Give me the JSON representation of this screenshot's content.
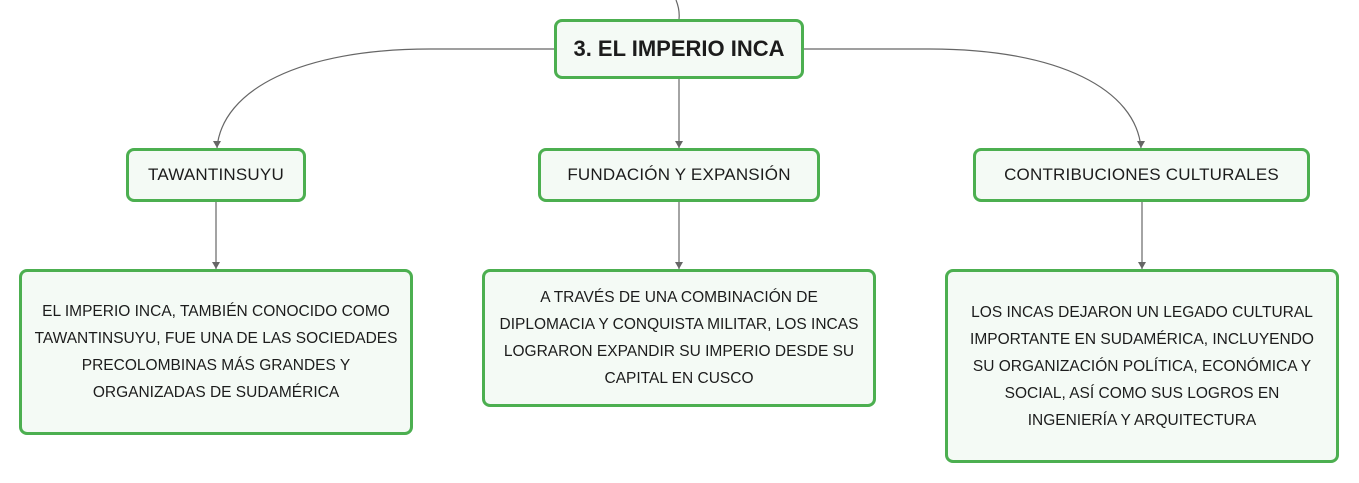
{
  "colors": {
    "node_border": "#4caf50",
    "node_fill": "#f4faf5",
    "connector": "#666666",
    "text": "#1c1c1c"
  },
  "root": {
    "title": "3. EL IMPERIO INCA"
  },
  "topics": [
    {
      "label": "TAWANTINSUYU",
      "description": "EL IMPERIO INCA, TAMBIÉN CONOCIDO COMO TAWANTINSUYU, FUE UNA DE LAS SOCIEDADES PRECOLOMBINAS MÁS GRANDES Y ORGANIZADAS DE SUDAMÉRICA"
    },
    {
      "label": "FUNDACIÓN Y EXPANSIÓN",
      "description": "A TRAVÉS DE UNA COMBINACIÓN DE DIPLOMACIA Y CONQUISTA MILITAR, LOS INCAS LOGRARON EXPANDIR SU IMPERIO DESDE SU CAPITAL EN CUSCO"
    },
    {
      "label": "CONTRIBUCIONES CULTURALES",
      "description": "LOS INCAS DEJARON UN LEGADO CULTURAL IMPORTANTE EN SUDAMÉRICA, INCLUYENDO SU ORGANIZACIÓN POLÍTICA, ECONÓMICA Y SOCIAL, ASÍ COMO SUS LOGROS EN INGENIERÍA Y ARQUITECTURA"
    }
  ]
}
